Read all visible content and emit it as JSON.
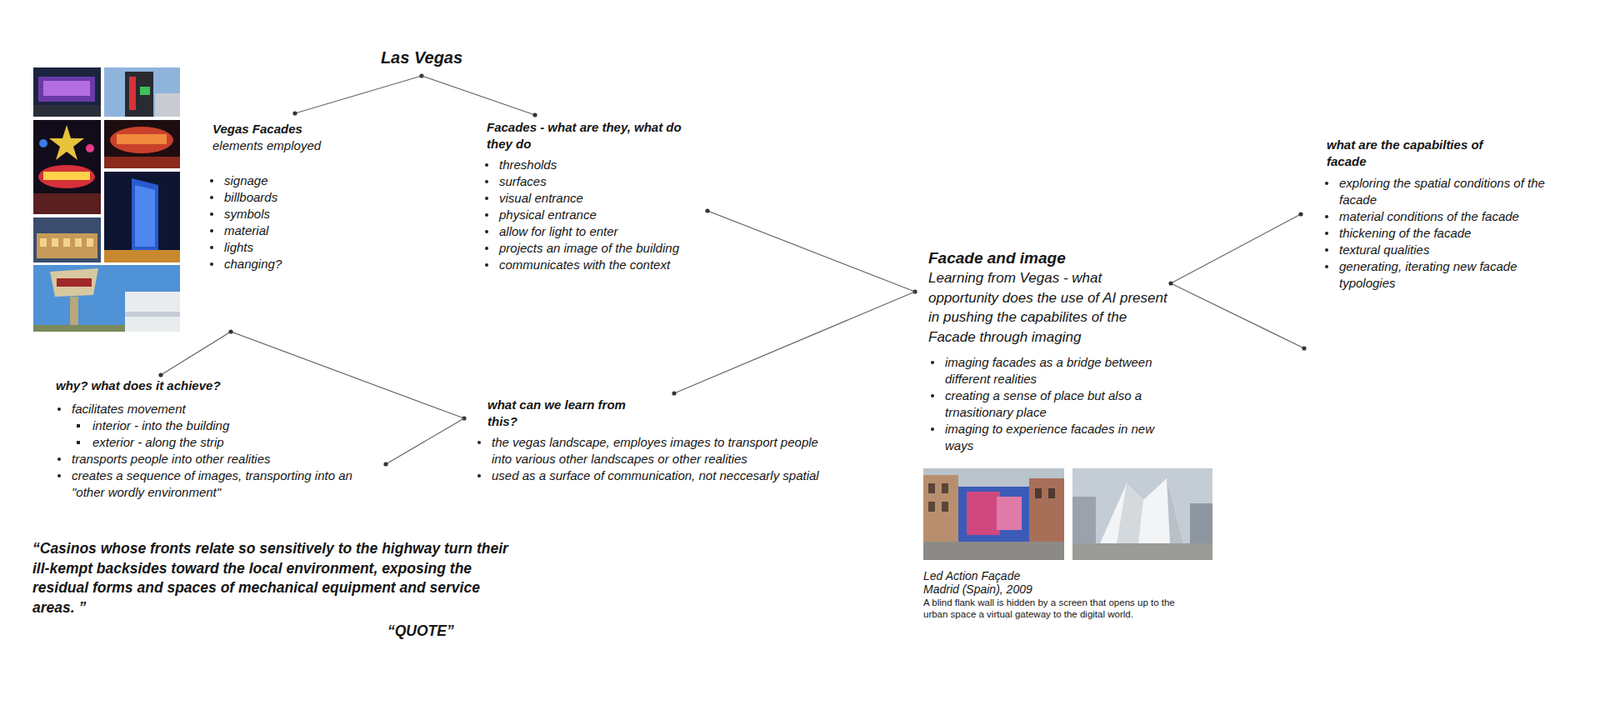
{
  "diagram": {
    "nodes": [
      {
        "text": [
          "Las Vegas"
        ]
      },
      {
        "text": [
          "Vegas Facades",
          "elements employed",
          "signage",
          "billboards",
          "symbols",
          "material",
          "lights",
          "changing?"
        ]
      },
      {
        "text": [
          "Facades - what are they, what do they do",
          "thresholds",
          "surfaces",
          "visual entrance",
          "physical entrance",
          "allow for light to enter",
          "projects an image of the building",
          "communicates with the context"
        ]
      },
      {
        "text": [
          "why? what does it achieve?",
          "facilitates movement",
          "interior - into the building",
          "exterior - along the strip",
          "transports people into other realities",
          "creates a sequence of images, transporting into an \"other wordly environment\""
        ]
      },
      {
        "text": [
          "what can we learn from this?",
          "the vegas landscape, employes images to transport people into various other landscapes or other realities",
          "used as a surface of communication, not neccesarly spatial"
        ]
      },
      {
        "text": [
          "Facade and image",
          "Learning from Vegas - what opportunity does the use of AI present in pushing the capabilites of the Facade through imaging",
          "imaging facades as a bridge between different realities",
          "creating a sense of place but also a trnasitionary place",
          "imaging to experience facades in new ways"
        ]
      },
      {
        "text": [
          "what are the capabilties of facade",
          "exploring the spatial conditions of the facade",
          "material conditions of the facade",
          "thickening of the facade",
          "textural qualities",
          "generating, iterating new facade typologies"
        ]
      }
    ],
    "edges": [
      {
        "from": 0,
        "to": 1,
        "arrow": "none"
      },
      {
        "from": 0,
        "to": 2,
        "arrow": "none"
      },
      {
        "from": 2,
        "to": 5,
        "arrow": "none"
      },
      {
        "from": 4,
        "to": 5,
        "arrow": "none"
      },
      {
        "from": 5,
        "to": 6,
        "arrow": "none"
      },
      {
        "from": 3,
        "to": 4,
        "arrow": "none"
      },
      {
        "from": 3,
        "to": 4,
        "arrow": "none"
      }
    ],
    "labels": [
      "“Casinos whose fronts relate so sensitively to the highway turn their ill-kempt backsides toward the local environment, exposing the residual forms and spaces of mechanical equipment and service areas. ”",
      "“QUOTE”",
      "Led Action Façade",
      "Madrid (Spain), 2009",
      "A blind flank wall is hidden by a screen that opens up to the urban space a virtual gateway to the digital world."
    ]
  }
}
